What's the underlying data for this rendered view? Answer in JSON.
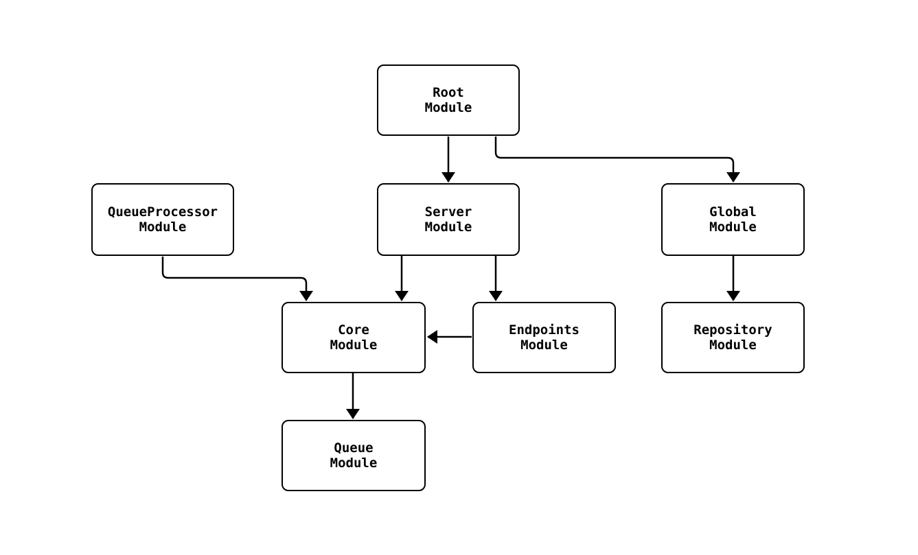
{
  "diagram": {
    "background_color": "#ffffff",
    "stroke_color": "#000000",
    "node_fill_color": "#ffffff",
    "text_color": "#000000",
    "nodes": [
      {
        "id": "root",
        "label": "Root\nModule"
      },
      {
        "id": "queueprocessor",
        "label": "QueueProcessor\nModule"
      },
      {
        "id": "server",
        "label": "Server\nModule"
      },
      {
        "id": "global",
        "label": "Global\nModule"
      },
      {
        "id": "core",
        "label": "Core\nModule"
      },
      {
        "id": "endpoints",
        "label": "Endpoints\nModule"
      },
      {
        "id": "repository",
        "label": "Repository\nModule"
      },
      {
        "id": "queue",
        "label": "Queue\nModule"
      }
    ],
    "edges": [
      {
        "from": "root",
        "to": "server"
      },
      {
        "from": "root",
        "to": "global"
      },
      {
        "from": "queueprocessor",
        "to": "core"
      },
      {
        "from": "server",
        "to": "core"
      },
      {
        "from": "server",
        "to": "endpoints"
      },
      {
        "from": "endpoints",
        "to": "core"
      },
      {
        "from": "global",
        "to": "repository"
      },
      {
        "from": "core",
        "to": "queue"
      }
    ]
  }
}
